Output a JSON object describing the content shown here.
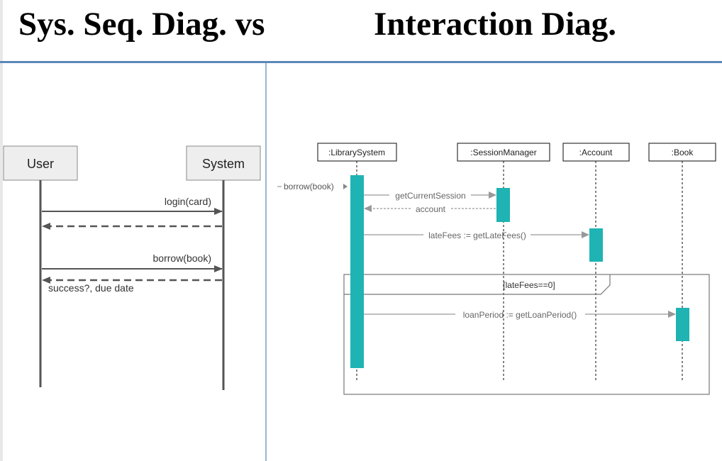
{
  "title": {
    "left": "Sys. Seq. Diag. vs",
    "right": "Interaction Diag."
  },
  "ssd": {
    "actor": "User",
    "system": "System",
    "msg_login": "login(card)",
    "msg_borrow": "borrow(book)",
    "msg_return": "success?, due date"
  },
  "interaction": {
    "participants": [
      ":LibrarySystem",
      ":SessionManager",
      ":Account",
      ":Book"
    ],
    "found_message": "borrow(book)",
    "msg_get_session": "getCurrentSession",
    "msg_account": "account",
    "msg_late_fees": "lateFees := getLateFees()",
    "guard": "[lateFees==0]",
    "msg_loan_period": "loanPeriod := getLoanPeriod()"
  },
  "colors": {
    "activation": "#1fb3b3",
    "line": "#888888",
    "ssd_line": "#555555",
    "header_rule": "#5b87b8"
  }
}
